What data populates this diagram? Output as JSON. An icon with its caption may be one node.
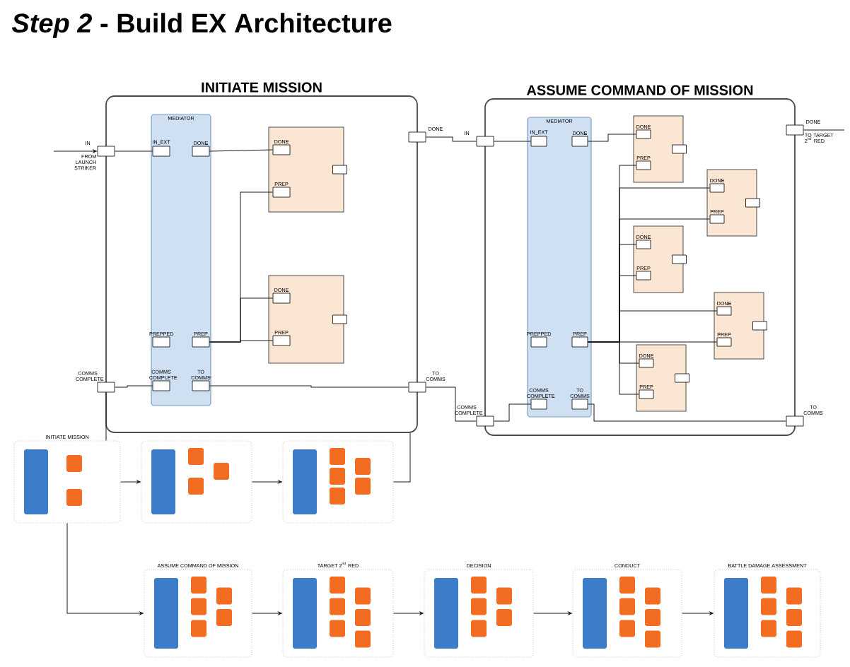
{
  "diagram": {
    "title": "*Step 2* - Build EX Architecture",
    "nodes": [
      {
        "text": [
          "INITIATE MISSION"
        ]
      },
      {
        "text": [
          "IN"
        ],
        "beside": [
          "FROM LAUNCH STRIKER"
        ]
      },
      {
        "text": [
          "DONE"
        ]
      },
      {
        "text": [
          "COMMS COMPLETE"
        ]
      },
      {
        "text": [
          "TO COMMS"
        ]
      },
      {
        "text": [
          "MEDIATOR"
        ],
        "in": 0
      },
      {
        "text": [
          "IN_EXT"
        ],
        "in": 5
      },
      {
        "text": [
          "DONE"
        ],
        "in": 5
      },
      {
        "text": [
          "PREPPED"
        ],
        "in": 5
      },
      {
        "text": [
          "PREP"
        ],
        "in": 5
      },
      {
        "text": [
          "COMMS COMPLETE"
        ],
        "in": 5
      },
      {
        "text": [
          "TO COMMS"
        ],
        "in": 5
      },
      {
        "text": [],
        "shape": "box",
        "in": 0
      },
      {
        "text": [
          "DONE"
        ],
        "in": 12
      },
      {
        "text": [
          "PREP"
        ],
        "in": 12
      },
      {
        "text": [],
        "shape": "box",
        "in": 0
      },
      {
        "text": [
          "DONE"
        ],
        "in": 15
      },
      {
        "text": [
          "PREP"
        ],
        "in": 15
      },
      {
        "text": [
          "ASSUME COMMAND OF MISSION"
        ]
      },
      {
        "text": [
          "IN"
        ]
      },
      {
        "text": [
          "DONE"
        ],
        "beside": [
          "TO TARGET 2$^{nd}$ RED"
        ]
      },
      {
        "text": [
          "COMMS COMPLETE"
        ]
      },
      {
        "text": [
          "TO COMMS"
        ]
      },
      {
        "text": [
          "MEDIATOR"
        ],
        "in": 18
      },
      {
        "text": [
          "IN_EXT"
        ],
        "in": 23
      },
      {
        "text": [
          "DONE"
        ],
        "in": 23
      },
      {
        "text": [
          "PREPPED"
        ],
        "in": 23
      },
      {
        "text": [
          "PREP"
        ],
        "in": 23
      },
      {
        "text": [
          "COMMS COMPLETE"
        ],
        "in": 23
      },
      {
        "text": [
          "TO COMMS"
        ],
        "in": 23
      },
      {
        "text": [],
        "shape": "box",
        "in": 18
      },
      {
        "text": [
          "DONE"
        ],
        "in": 30
      },
      {
        "text": [
          "PREP"
        ],
        "in": 30
      },
      {
        "text": [],
        "shape": "box",
        "in": 18
      },
      {
        "text": [
          "DONE"
        ],
        "in": 33
      },
      {
        "text": [
          "PREP"
        ],
        "in": 33
      },
      {
        "text": [],
        "shape": "box",
        "in": 18
      },
      {
        "text": [
          "DONE"
        ],
        "in": 36
      },
      {
        "text": [
          "PREP"
        ],
        "in": 36
      },
      {
        "text": [],
        "shape": "box",
        "in": 18
      },
      {
        "text": [
          "DONE"
        ],
        "in": 39
      },
      {
        "text": [
          "PREP"
        ],
        "in": 39
      },
      {
        "text": [],
        "shape": "box",
        "in": 18
      },
      {
        "text": [
          "DONE"
        ],
        "in": 42
      },
      {
        "text": [
          "PREP"
        ],
        "in": 42
      },
      {
        "text": [
          "INITIATE MISSION"
        ]
      },
      {
        "text": [],
        "shape": "box"
      },
      {
        "text": [],
        "shape": "box"
      },
      {
        "text": [
          "ASSUME COMMAND OF MISSION"
        ]
      },
      {
        "text": [
          "TARGET 2$^{nd}$ RED"
        ]
      },
      {
        "text": [
          "DECISION"
        ]
      },
      {
        "text": [
          "CONDUCT"
        ]
      },
      {
        "text": [
          "BATTLE DAMAGE ASSESSMENT"
        ]
      }
    ],
    "edges": [
      {
        "from": null,
        "to": 1,
        "arrow": "to"
      },
      {
        "from": 1,
        "to": 6,
        "arrow": "none"
      },
      {
        "from": 7,
        "to": 13,
        "arrow": "none"
      },
      {
        "from": 9,
        "to": 14,
        "arrow": "none"
      },
      {
        "from": 9,
        "to": 16,
        "arrow": "none"
      },
      {
        "from": 9,
        "to": 17,
        "arrow": "none"
      },
      {
        "from": 11,
        "to": 4,
        "arrow": "none"
      },
      {
        "from": 3,
        "to": 10,
        "arrow": "none"
      },
      {
        "from": 2,
        "to": 19,
        "arrow": "none"
      },
      {
        "from": 4,
        "to": 21,
        "arrow": "none"
      },
      {
        "from": 19,
        "to": 24,
        "arrow": "none"
      },
      {
        "from": 25,
        "to": 31,
        "arrow": "none"
      },
      {
        "from": 27,
        "to": 32,
        "arrow": "none"
      },
      {
        "from": 27,
        "to": 35,
        "arrow": "none"
      },
      {
        "from": 27,
        "to": 38,
        "arrow": "none"
      },
      {
        "from": 27,
        "to": 41,
        "arrow": "none"
      },
      {
        "from": 27,
        "to": 44,
        "arrow": "none"
      },
      {
        "from": 27,
        "to": 34,
        "arrow": "none"
      },
      {
        "from": 27,
        "to": 37,
        "arrow": "none"
      },
      {
        "from": 27,
        "to": 40,
        "arrow": "none"
      },
      {
        "from": 27,
        "to": 43,
        "arrow": "none"
      },
      {
        "from": 29,
        "to": 22,
        "arrow": "none"
      },
      {
        "from": 21,
        "to": 28,
        "arrow": "none"
      },
      {
        "from": 20,
        "to": null,
        "arrow": "none"
      },
      {
        "from": 45,
        "to": 3,
        "arrow": "none"
      },
      {
        "from": 45,
        "to": 46,
        "arrow": "to"
      },
      {
        "from": 46,
        "to": 47,
        "arrow": "to"
      },
      {
        "from": 47,
        "to": 0,
        "arrow": "none"
      },
      {
        "from": 45,
        "to": 48,
        "arrow": "to"
      },
      {
        "from": 48,
        "to": 49,
        "arrow": "to"
      },
      {
        "from": 49,
        "to": 50,
        "arrow": "to"
      },
      {
        "from": 50,
        "to": 51,
        "arrow": "to"
      },
      {
        "from": 51,
        "to": 52,
        "arrow": "to"
      }
    ]
  }
}
